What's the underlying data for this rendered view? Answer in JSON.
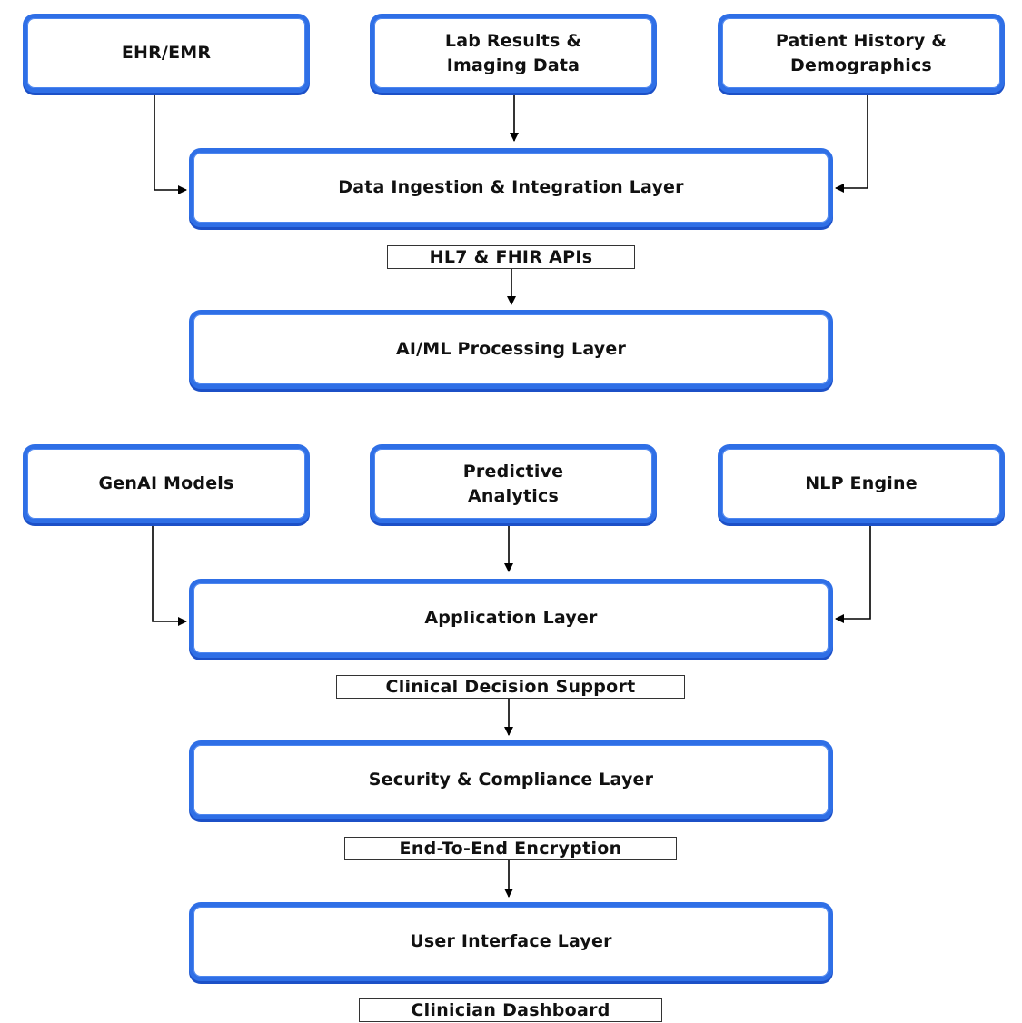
{
  "nodes": {
    "ehr_emr": "EHR/EMR",
    "lab_results": "Lab Results &\nImaging Data",
    "patient_history": "Patient History &\nDemographics",
    "data_ingestion": "Data Ingestion & Integration Layer",
    "ai_ml_processing": "AI/ML Processing Layer",
    "genai_models": "GenAI Models",
    "predictive_analytics": "Predictive\nAnalytics",
    "nlp_engine": "NLP Engine",
    "application_layer": "Application Layer",
    "security_compliance": "Security & Compliance Layer",
    "user_interface": "User Interface Layer"
  },
  "labels": {
    "hl7_fhir": "HL7 & FHIR APIs",
    "clinical_decision": "Clinical Decision Support",
    "encryption": "End-To-End Encryption",
    "clinician_dashboard": "Clinician Dashboard"
  },
  "colors": {
    "node_border": "#2f6fe6",
    "node_border_dark": "#1c50c7",
    "connector": "#000000"
  }
}
